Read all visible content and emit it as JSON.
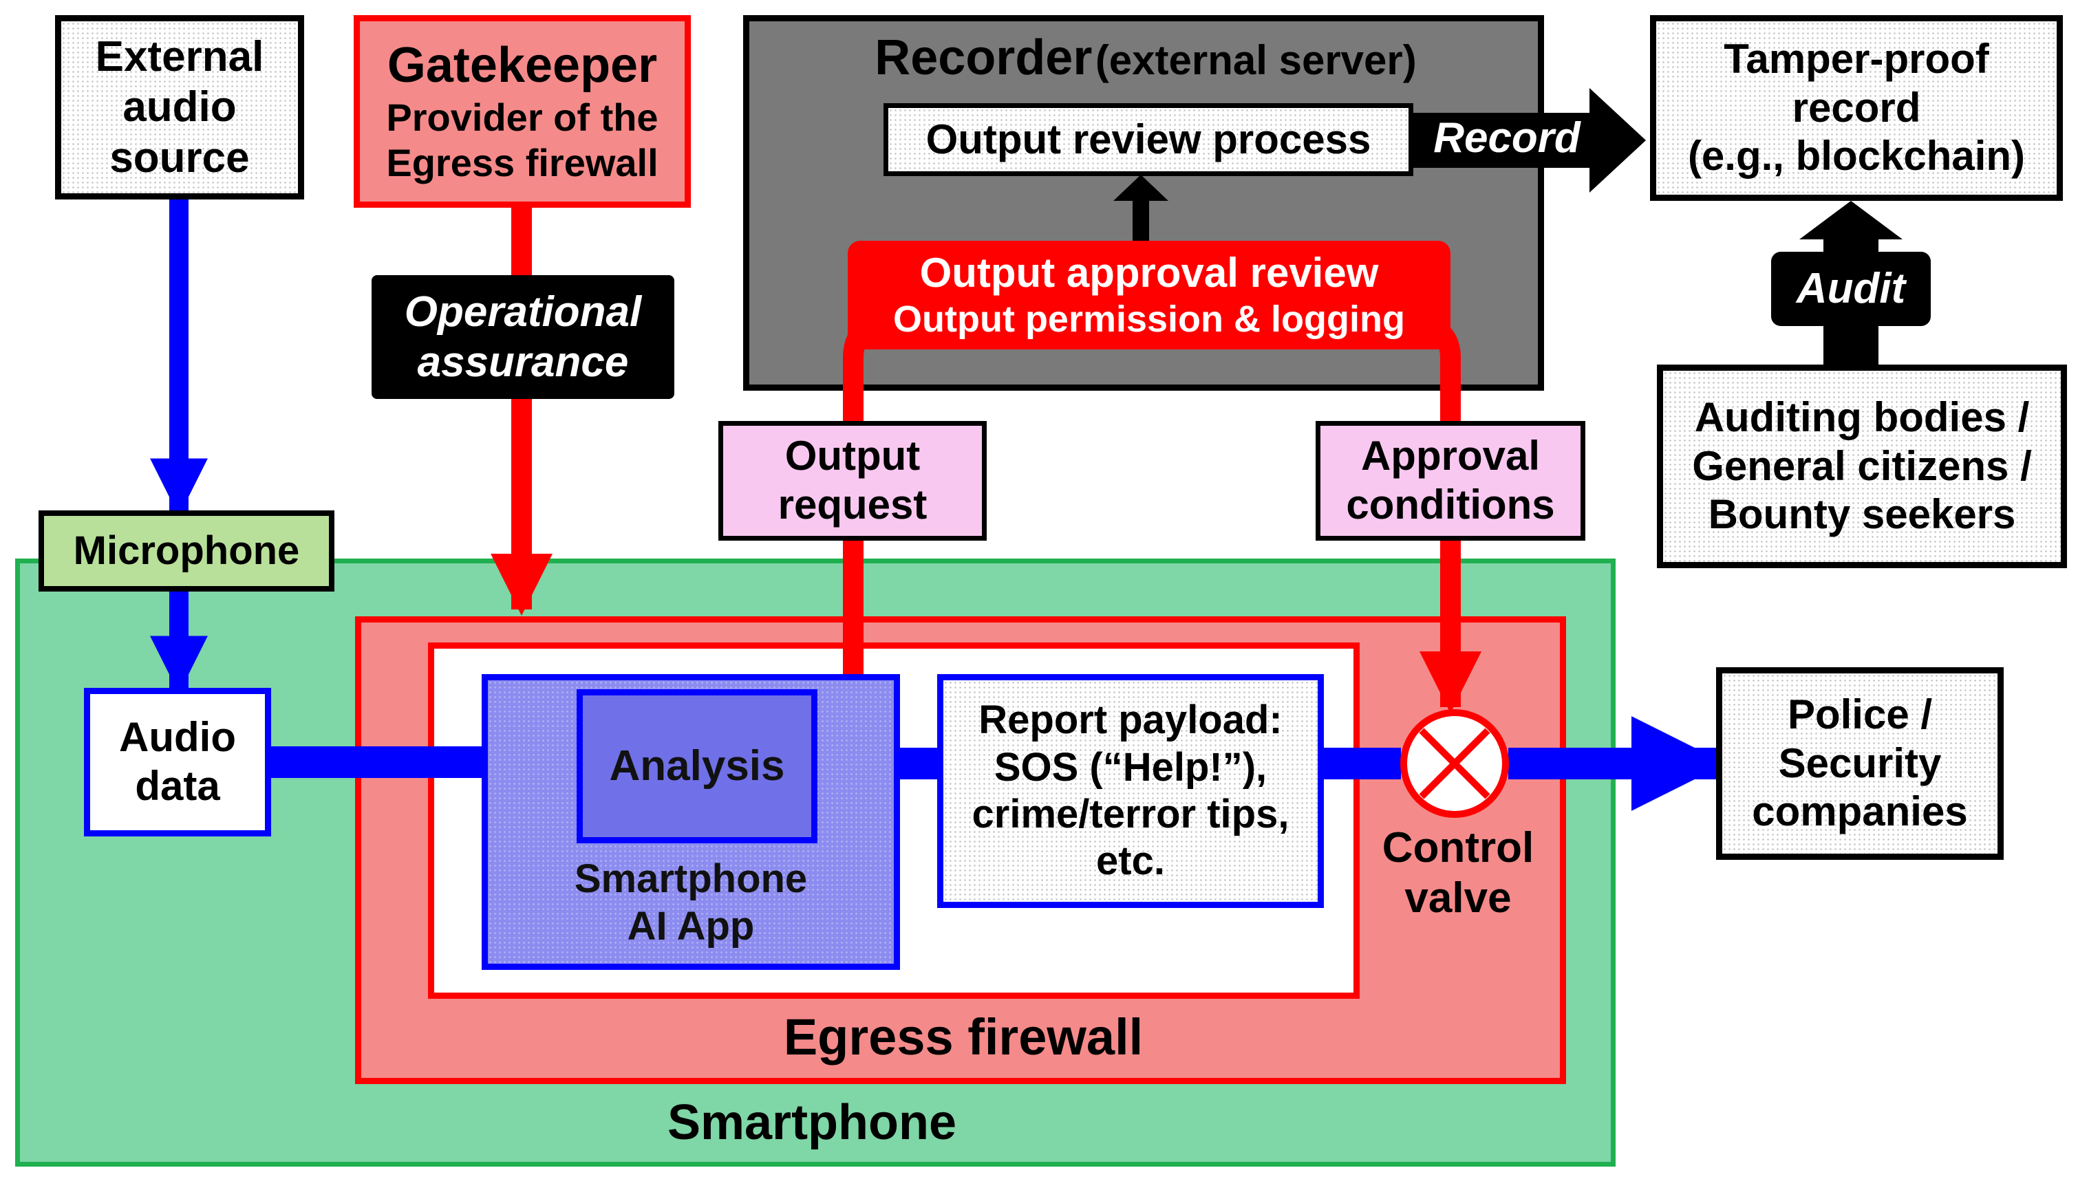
{
  "colors": {
    "blue": "#0000ff",
    "red": "#ff0000",
    "smartphone_fill": "#7fd6a6",
    "smartphone_border": "#20b050",
    "firewall_fill": "#f58a8a",
    "recorder_fill": "#7a7a7a",
    "pink": "#f8c8f0",
    "app_fill": "#8c8cf0",
    "mic_fill": "#b8e09a"
  },
  "external_audio": {
    "line1": "External",
    "line2": "audio",
    "line3": "source"
  },
  "gatekeeper": {
    "title": "Gatekeeper",
    "line1": "Provider of the",
    "line2": "Egress firewall"
  },
  "operational_assurance": {
    "line1": "Operational",
    "line2": "assurance"
  },
  "recorder": {
    "title": "Recorder",
    "subtitle": "(external server)"
  },
  "output_review": {
    "label": "Output review process"
  },
  "record_arrow": {
    "label": "Record"
  },
  "tamper_proof": {
    "line1": "Tamper-proof",
    "line2": "record",
    "line3": "(e.g., blockchain)"
  },
  "approval_review": {
    "line1": "Output approval review",
    "line2": "Output permission & logging"
  },
  "audit": {
    "label": "Audit"
  },
  "auditing_bodies": {
    "line1": "Auditing bodies /",
    "line2": "General citizens /",
    "line3": "Bounty seekers"
  },
  "output_request": {
    "line1": "Output",
    "line2": "request"
  },
  "approval_conditions": {
    "line1": "Approval",
    "line2": "conditions"
  },
  "microphone": {
    "label": "Microphone"
  },
  "audio_data": {
    "line1": "Audio",
    "line2": "data"
  },
  "analysis": {
    "label": "Analysis"
  },
  "ai_app": {
    "line1": "Smartphone",
    "line2": "AI App"
  },
  "report_payload": {
    "line1": "Report payload:",
    "line2": "SOS (“Help!”),",
    "line3": "crime/terror tips,",
    "line4": "etc."
  },
  "control_valve": {
    "line1": "Control",
    "line2": "valve"
  },
  "police": {
    "line1": "Police /",
    "line2": "Security",
    "line3": "companies"
  },
  "egress_firewall": {
    "label": "Egress firewall"
  },
  "smartphone": {
    "label": "Smartphone"
  }
}
